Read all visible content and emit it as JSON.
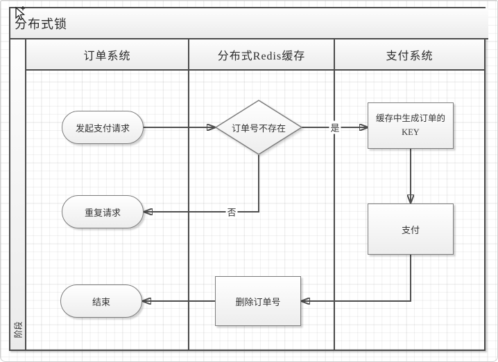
{
  "diagram": {
    "title": "分布式锁",
    "phase_label": "阶段",
    "lanes": [
      {
        "label": "订单系统"
      },
      {
        "label": "分布式Redis缓存"
      },
      {
        "label": "支付系统"
      }
    ],
    "nodes": {
      "start": {
        "label": "发起支付请求",
        "shape": "stadium",
        "lane": "订单系统"
      },
      "decision": {
        "label": "订单号不存在",
        "shape": "diamond",
        "lane": "分布式Redis缓存"
      },
      "gen_key": {
        "label_line1": "缓存中生成订单的",
        "label_line2": "KEY",
        "shape": "rect",
        "lane": "支付系统"
      },
      "duplicate": {
        "label": "重复请求",
        "shape": "stadium",
        "lane": "订单系统"
      },
      "pay": {
        "label": "支付",
        "shape": "rect",
        "lane": "支付系统"
      },
      "delete_order": {
        "label": "删除订单号",
        "shape": "rect",
        "lane": "分布式Redis缓存"
      },
      "end": {
        "label": "结束",
        "shape": "stadium",
        "lane": "订单系统"
      }
    },
    "edge_labels": {
      "yes": "是",
      "no": "否"
    },
    "colors": {
      "pool_border": "#4a4a4a",
      "shape_border": "#7c7c7c",
      "edge": "#4d4d4d",
      "grid": "#e9e9e9",
      "text": "#333333"
    }
  }
}
